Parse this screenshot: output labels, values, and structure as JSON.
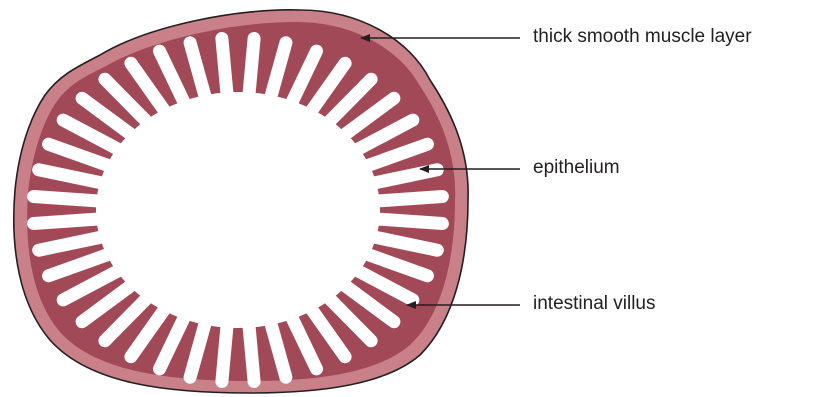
{
  "labels": {
    "muscle": "thick smooth muscle layer",
    "epithelium": "epithelium",
    "villus": "intestinal villus"
  },
  "colors": {
    "muscle_layer": "#c98088",
    "epithelium": "#a24958",
    "lumen": "#ffffff",
    "outline": "#231f20",
    "arrow": "#231f20"
  },
  "villus_count": 40
}
